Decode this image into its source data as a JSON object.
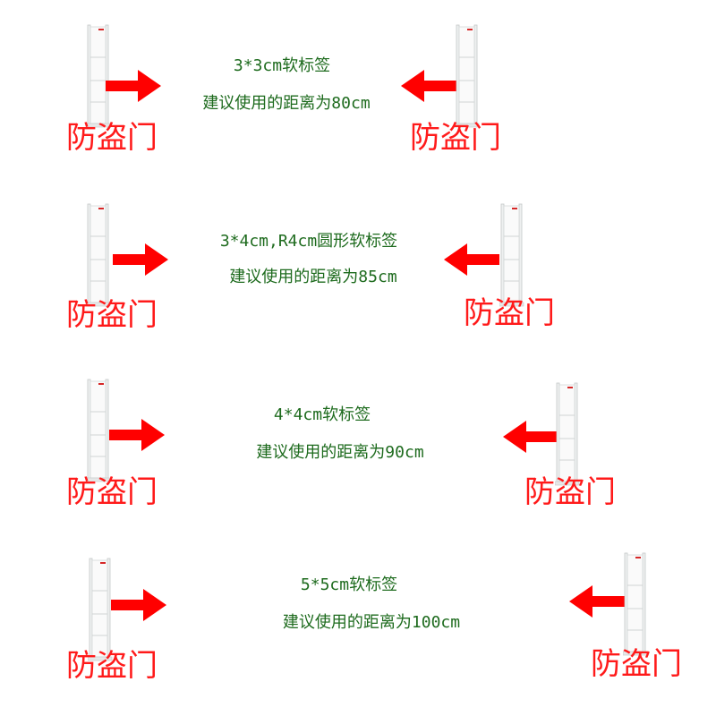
{
  "gate_label": "防盗门",
  "colors": {
    "label_red": "#ff1a1a",
    "arrow_red": "#ff0000",
    "text_green": "#1e6b1e"
  },
  "icons": {
    "gate": "anti-theft-gate-icon",
    "right": "arrow-right-icon",
    "left": "arrow-left-icon"
  },
  "rows": [
    {
      "tag": "3*3cm软标签",
      "distance": "建议使用的距离为80cm"
    },
    {
      "tag": "3*4cm,R4cm圆形软标签",
      "distance": "建议使用的距离为85cm"
    },
    {
      "tag": "4*4cm软标签",
      "distance": "建议使用的距离为90cm"
    },
    {
      "tag": "5*5cm软标签",
      "distance": "建议使用的距离为100cm"
    }
  ]
}
